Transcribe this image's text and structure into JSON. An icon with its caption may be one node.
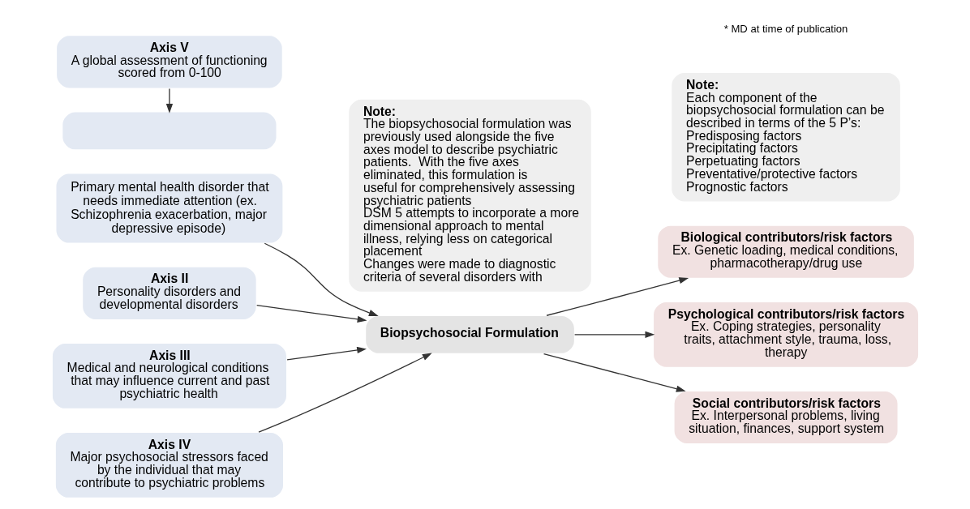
{
  "diagram": {
    "nodes": [
      {
        "text": [
          "Primary mental health disorder that needs immediate attention (ex. Schizophrenia exacerbation, major depressive episode)"
        ]
      },
      {
        "text": [
          "Axis II",
          "Personality disorders and developmental disorders"
        ]
      },
      {
        "text": [
          "Axis III",
          "Medical and neurological conditions that may influence current and past psychiatric health"
        ]
      },
      {
        "text": [
          "Axis IV",
          "Major psychosocial stressors faced by the individual that may contribute to psychiatric problems"
        ]
      },
      {
        "text": [
          "Axis V",
          "A global assessment of functioning scored from 0-100"
        ]
      },
      {
        "text": [],
        "shape": "box"
      },
      {
        "text": [
          "Biopsychosocial Formulation"
        ]
      },
      {
        "text": [
          "Biological contributors/risk factors",
          "Ex. Genetic loading, medical conditions, pharmacotherapy/drug use"
        ]
      },
      {
        "text": [
          "Psychological contributors/risk factors",
          "Ex. Coping strategies, personality traits, attachment style, trauma, loss, therapy"
        ]
      },
      {
        "text": [
          "Social contributors/risk factors",
          "Ex. Interpersonal problems, living situation, finances, support system"
        ]
      },
      {
        "text": [
          "Note:",
          "The biopsychosocial formulation was previously used alongside the five axes model to describe psychiatric patients.  With the five axes eliminated, this formulation is useful for comprehensively assessing psychiatric patients",
          "DSM 5 attempts to incorporate a more dimensional approach to mental illness, relying less on categorical placement",
          "Changes were made to diagnostic criteria of several disorders with"
        ]
      },
      {
        "text": [
          "Note:",
          "Each component of the biopsychosocial formulation can be described in terms of the 5 P’s:",
          "Predisposing factors",
          "Precipitating factors",
          "Perpetuating factors",
          "Preventative/protective factors",
          "Prognostic factors"
        ]
      }
    ],
    "edges": [
      {
        "from": 0,
        "to": 6,
        "arrow": "to"
      },
      {
        "from": 1,
        "to": 6,
        "arrow": "to"
      },
      {
        "from": 2,
        "to": 6,
        "arrow": "to"
      },
      {
        "from": 3,
        "to": 6,
        "arrow": "to"
      },
      {
        "from": 4,
        "to": 5,
        "arrow": "to"
      },
      {
        "from": 6,
        "to": 7,
        "arrow": "to"
      },
      {
        "from": 6,
        "to": 8,
        "arrow": "to"
      },
      {
        "from": 6,
        "to": 9,
        "arrow": "to"
      }
    ],
    "labels": [
      "* MD at time of publication"
    ]
  }
}
